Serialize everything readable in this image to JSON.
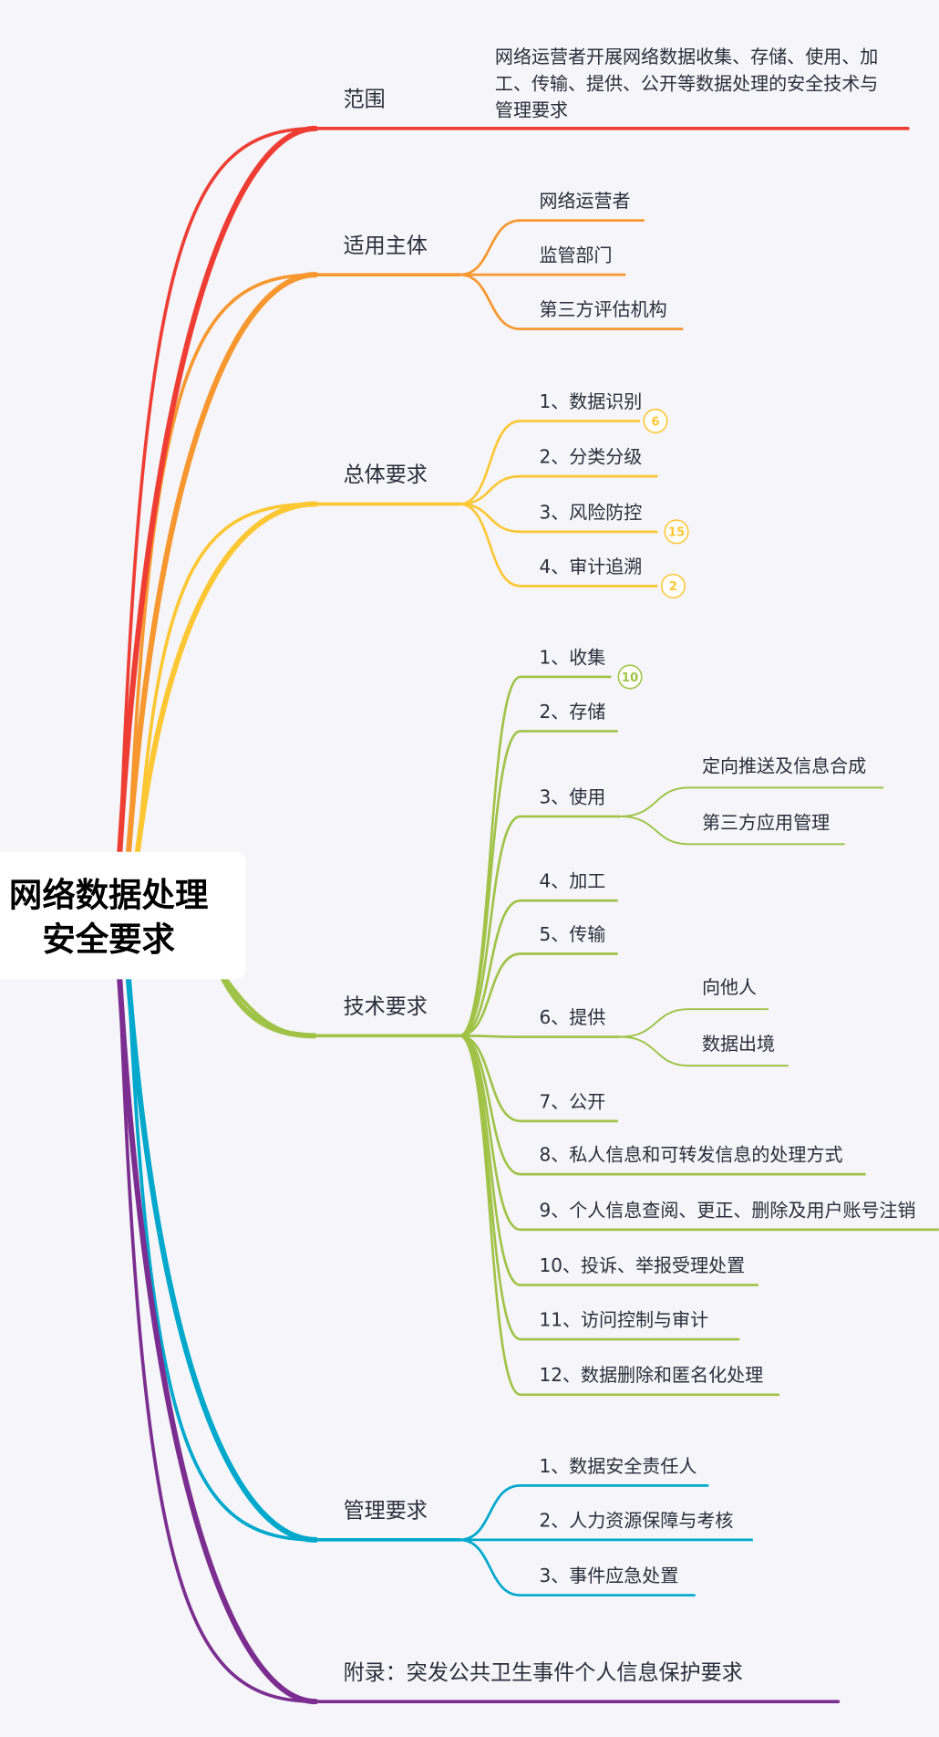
{
  "root": {
    "line1": "网络数据处理",
    "line2": "安全要求"
  },
  "colors": {
    "scope": "#ee3e34",
    "subjects": "#f7972f",
    "general": "#fdc733",
    "technical": "#a0c347",
    "management": "#00a8cc",
    "appendix": "#7b2e8f",
    "background": "#f5f5fa"
  },
  "branches": [
    {
      "id": "scope",
      "label": "范围",
      "description": [
        "网络运营者开展网络数据收集、存储、使用、加",
        "工、传输、提供、公开等数据处理的安全技术与",
        "管理要求"
      ],
      "children": []
    },
    {
      "id": "subjects",
      "label": "适用主体",
      "children": [
        {
          "label": "网络运营者"
        },
        {
          "label": "监管部门"
        },
        {
          "label": "第三方评估机构"
        }
      ]
    },
    {
      "id": "general",
      "label": "总体要求",
      "children": [
        {
          "label": "1、数据识别",
          "badge": "6"
        },
        {
          "label": "2、分类分级"
        },
        {
          "label": "3、风险防控",
          "badge": "15"
        },
        {
          "label": "4、审计追溯",
          "badge": "2"
        }
      ]
    },
    {
      "id": "technical",
      "label": "技术要求",
      "children": [
        {
          "label": "1、收集",
          "badge": "10"
        },
        {
          "label": "2、存储"
        },
        {
          "label": "3、使用",
          "children": [
            {
              "label": "定向推送及信息合成"
            },
            {
              "label": "第三方应用管理"
            }
          ]
        },
        {
          "label": "4、加工"
        },
        {
          "label": "5、传输"
        },
        {
          "label": "6、提供",
          "children": [
            {
              "label": "向他人"
            },
            {
              "label": "数据出境"
            }
          ]
        },
        {
          "label": "7、公开"
        },
        {
          "label": "8、私人信息和可转发信息的处理方式"
        },
        {
          "label": "9、个人信息查阅、更正、删除及用户账号注销"
        },
        {
          "label": "10、投诉、举报受理处置"
        },
        {
          "label": "11、访问控制与审计"
        },
        {
          "label": "12、数据删除和匿名化处理"
        }
      ]
    },
    {
      "id": "management",
      "label": "管理要求",
      "children": [
        {
          "label": "1、数据安全责任人"
        },
        {
          "label": "2、人力资源保障与考核"
        },
        {
          "label": "3、事件应急处置"
        }
      ]
    },
    {
      "id": "appendix",
      "label": "附录：突发公共卫生事件个人信息保护要求",
      "children": []
    }
  ]
}
